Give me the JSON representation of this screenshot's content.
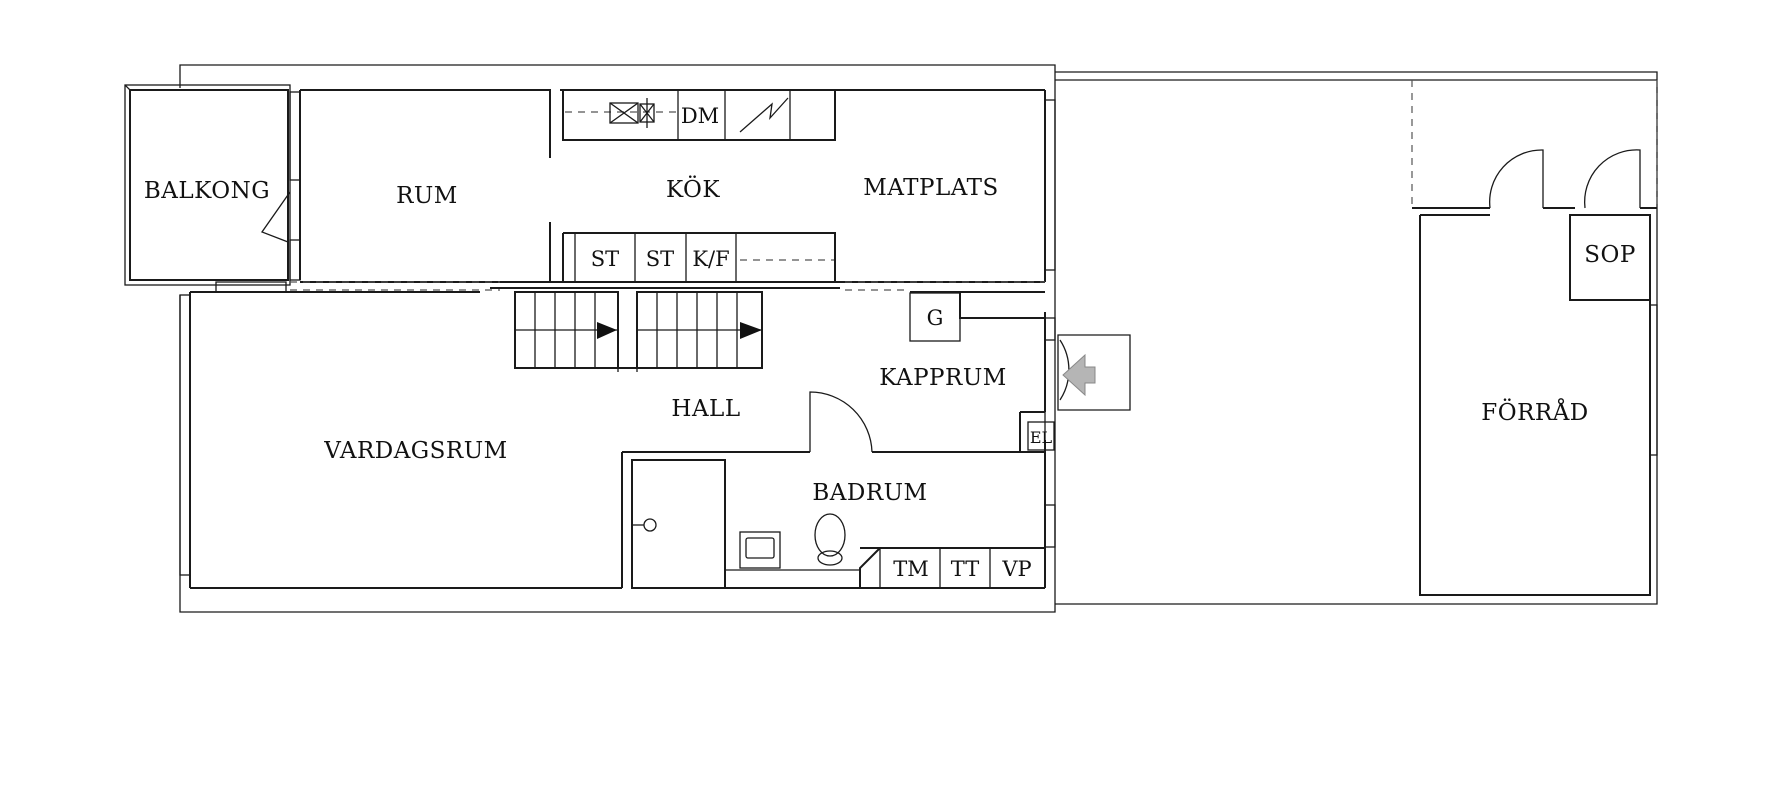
{
  "rooms": {
    "balkong": "BALKONG",
    "rum": "RUM",
    "kok": "KÖK",
    "matplats": "MATPLATS",
    "vardagsrum": "VARDAGSRUM",
    "hall": "HALL",
    "kapprum": "KAPPRUM",
    "badrum": "BADRUM",
    "forrad": "FÖRRÅD",
    "sop": "SOP"
  },
  "fixtures": {
    "dm": "DM",
    "st_1": "ST",
    "st_2": "ST",
    "kf": "K/F",
    "g": "G",
    "el": "EL",
    "tm": "TM",
    "tt": "TT",
    "vp": "VP"
  },
  "colors": {
    "line": "#1a1a1a",
    "entrance_arrow": "#b5b5b5"
  }
}
